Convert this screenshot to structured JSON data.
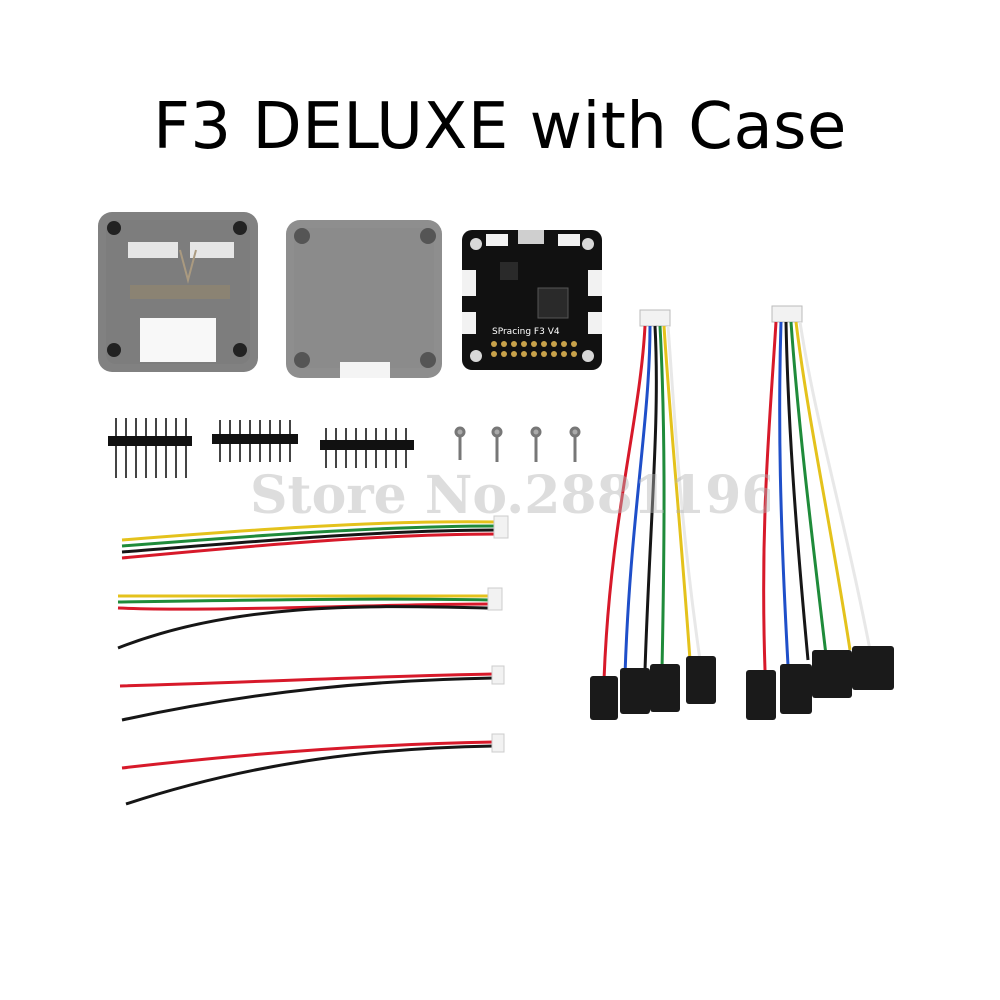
{
  "title": "F3 DELUXE with Case",
  "watermark": "Store No.2881196",
  "board": {
    "label": "SPracing F3 V4"
  },
  "colors": {
    "case_top": "#6b6b6b",
    "case_bottom": "#7a7a7a",
    "pcb": "#111111",
    "connector": "#f2f2f2",
    "pin_gold": "#c9a24a",
    "wire_red": "#d7192a",
    "wire_black": "#161616",
    "wire_green": "#1f8b3a",
    "wire_yellow": "#e4c21c",
    "wire_blue": "#1f4fc9",
    "wire_white": "#e8e8e8",
    "servo_plug": "#1a1a1a"
  },
  "icons": [
    "case-top-icon",
    "case-bottom-icon",
    "flight-controller-board-icon",
    "pin-header-icon",
    "screw-icon",
    "cable-icon",
    "servo-connector-icon"
  ]
}
